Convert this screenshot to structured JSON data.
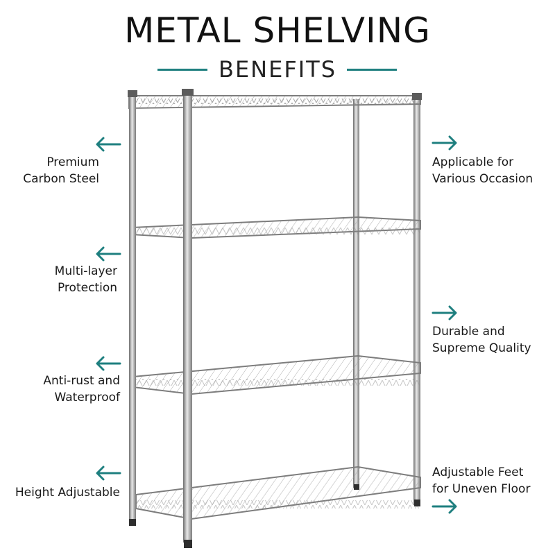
{
  "header": {
    "title": "METAL SHELVING",
    "subtitle": "BENEFITS"
  },
  "colors": {
    "accent": "#1e7f7f",
    "metal": "#8a8a8a"
  },
  "features_left": [
    {
      "label": "Premium\nCarbon Steel",
      "icon": "arrow-left-icon"
    },
    {
      "label": "Multi-layer\nProtection",
      "icon": "arrow-left-icon"
    },
    {
      "label": "Anti-rust and\nWaterproof",
      "icon": "arrow-left-icon"
    },
    {
      "label": "Height Adjustable",
      "icon": "arrow-left-icon"
    }
  ],
  "features_right": [
    {
      "label": "Applicable for\nVarious Occasion",
      "icon": "arrow-right-icon"
    },
    {
      "label": "Durable and\nSupreme Quality",
      "icon": "arrow-right-icon"
    },
    {
      "label": "Adjustable Feet\nfor Uneven Floor",
      "icon": "arrow-right-icon"
    }
  ],
  "product_image": {
    "name": "4-tier wire shelving rack"
  }
}
